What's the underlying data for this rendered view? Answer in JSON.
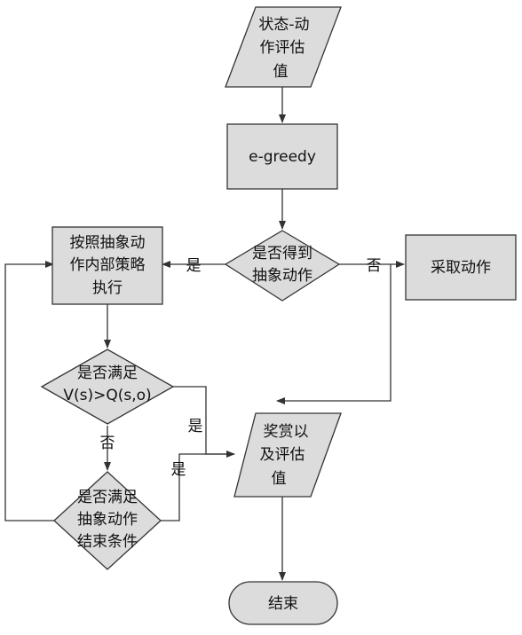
{
  "nodes": {
    "state_action_eval": {
      "lines": [
        "状态-动",
        "作评估",
        "值"
      ]
    },
    "e_greedy": {
      "label": "e-greedy"
    },
    "got_abstract": {
      "lines": [
        "是否得到",
        "抽象动作"
      ]
    },
    "take_action": {
      "label": "采取动作"
    },
    "execute_policy": {
      "lines": [
        "按照抽象动",
        "作内部策略",
        "执行"
      ]
    },
    "satisfy_vq": {
      "lines": [
        "是否满足",
        "V(s)>Q(s,o)"
      ]
    },
    "end_condition": {
      "lines": [
        "是否满足",
        "抽象动作",
        "结束条件"
      ]
    },
    "reward_eval": {
      "lines": [
        "奖赏以",
        "及评估",
        "值"
      ]
    },
    "end": {
      "label": "结束"
    }
  },
  "edge_labels": {
    "got_yes": "是",
    "got_no": "否",
    "vq_yes": "是",
    "vq_no": "否",
    "end_yes": "是"
  },
  "colors": {
    "fill": "#dcdcdc",
    "stroke": "#333333",
    "text": "#111111"
  }
}
